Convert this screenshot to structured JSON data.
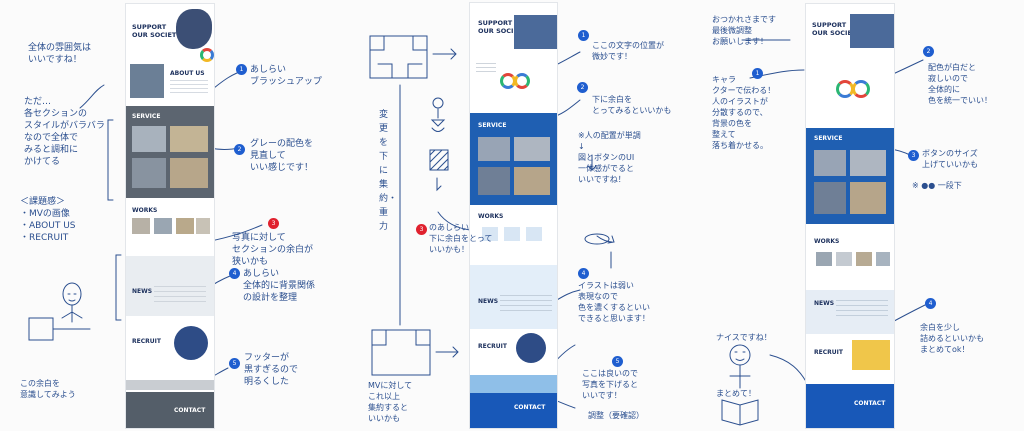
{
  "mockup_labels": {
    "support": "SUPPORT\nOUR SOCIETY",
    "about": "ABOUT US",
    "service": "SERVICE",
    "works": "WORKS",
    "news": "NEWS",
    "recruit": "RECRUIT",
    "contact": "CONTACT"
  },
  "colors": {
    "ink": "#2b4f8f",
    "pin_blue": "#1f5ecf",
    "pin_red": "#e0212e",
    "navy": "#1b2f5c",
    "service_grey": "#5c6570",
    "service_blue": "#1f5fb2",
    "contact_grey": "#545e69",
    "contact_blue": "#1858b8"
  },
  "notes_col1": {
    "left_a": "全体の雰囲気は\nいいですね！",
    "left_b": "ただ…\n各セクションの\nスタイルがバラバラ\nなので全体で\nみると調和に\nかけてる",
    "left_c": "＜課題感＞\n・MVの画像\n・ABOUT US\n・RECRUIT",
    "left_d": "この余白を\n意識してみよう",
    "pin_about": "あしらい\nブラッシュアップ",
    "pin_service": "グレーの配色を\n見直して\nいい感じです！",
    "pin_works": "写真に対して\nセクションの余白が\n狭いかも",
    "pin_news": "あしらい\n全体的に背景関係\nの設計を整理",
    "pin_footer": "フッターが\n黒すぎるので\n明るくした"
  },
  "notes_col2": {
    "sketch_label": "変更を下に集約・重力",
    "sketch_note": "MVに対して\nこれ以上\n集約すると\nいいかも",
    "top_note": "ここの文字の位置が\n微妙です！",
    "mid_note": "下に余白を\nとってみるといいかも",
    "arrow_note": "※人の配置が単調\n↓\n図とボタンのUI\n一体感がでると\nいいですね！",
    "red_note": "のあしらい\n下に余白をとって\nいいかも！",
    "right_low": "イラストは弱い\n表現なので\n色を濃くするといい\nできると思います！",
    "bottom_note": "ここは良いので\n写真を下げると\nいいです！",
    "bottom_tail": "調整（要確認）"
  },
  "notes_col3": {
    "top_note": "おつかれさまです\n最後微調整\nお願いします！",
    "left_a": "キャラ\nクターで伝わる！\n人のイラストが\n分散するので、\n背景の色を\n整えて\n落ち着かせる。",
    "right_a": "配色が白だと\n寂しいので\n全体的に\n色を統一でいい！",
    "right_b": "ボタンのサイズ\n上げていいかも",
    "right_c": "※ ●● 一段下",
    "low_note": "ナイスですね！",
    "low_note2": "まとめて！",
    "bottom_right": "余白を少し\n詰めるといいかも\nまとめてok！"
  }
}
